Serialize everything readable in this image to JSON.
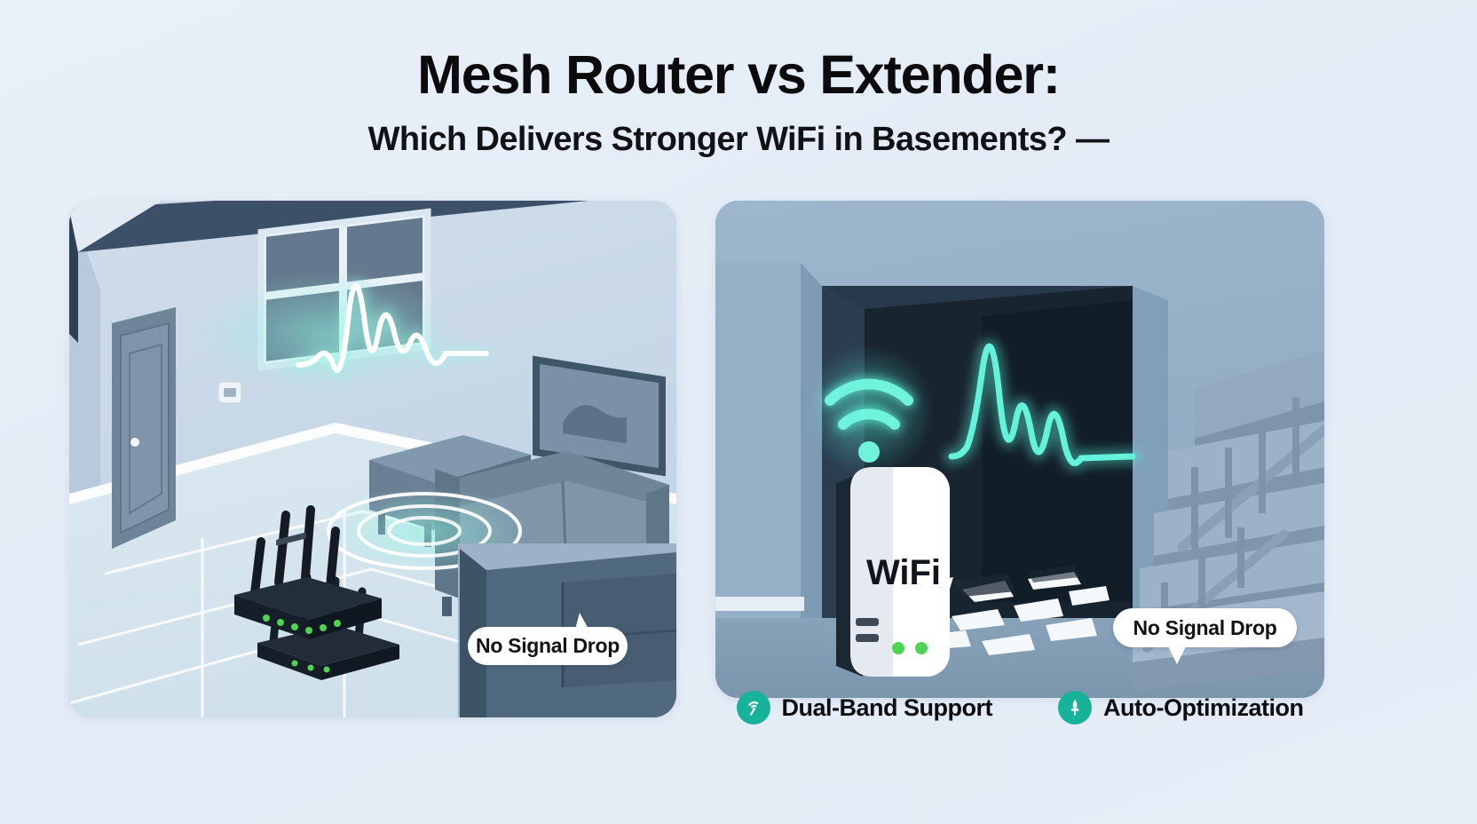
{
  "heading": {
    "title": "Mesh Router vs Extender:",
    "subtitle": "Which Delivers Stronger WiFi in Basements? —"
  },
  "colors": {
    "background": "#e8eef7",
    "title_text": "#0b0b0d",
    "panel_left_bg": "#cfdcea",
    "panel_right_bg": "#8fa9c2",
    "signal_glow": "#7df5e0",
    "accent_teal": "#16b39a",
    "router_body": "#141b24",
    "led_green": "#4dd454",
    "bubble_bg": "#ffffff",
    "bubble_text": "#121317",
    "doorway_dark": "#1e2b3a",
    "furniture": "#6f8699",
    "stairs": "#8fa4ba"
  },
  "panels": {
    "left": {
      "name": "mesh-router-room-illustration",
      "scene": "isometric living room with mesh router",
      "devices": [
        {
          "label": "router-main",
          "antennas": 4,
          "leds": 6
        },
        {
          "label": "router-basement",
          "antennas": 4,
          "leds": 3
        }
      ],
      "bubble": {
        "text": "No Signal Drop"
      },
      "elements": [
        "door",
        "light-switch",
        "window",
        "tv-stand",
        "framed-picture",
        "sofa",
        "tiled-floor",
        "signal-waveform",
        "signal-rings",
        "basement-opening"
      ]
    },
    "right": {
      "name": "extender-basement-illustration",
      "scene": "dark basement doorway with wall plug extender",
      "device": {
        "label": "WiFi",
        "leds": 2,
        "vents": 2
      },
      "bubble": {
        "text": "No Signal Drop"
      },
      "elements": [
        "wifi-arcs-icon",
        "signal-waveform",
        "doorway",
        "staircase",
        "handrail",
        "debris",
        "baseboard"
      ]
    }
  },
  "features": [
    {
      "icon": "signal-broadcast-icon",
      "label": "Dual-Band Support"
    },
    {
      "icon": "auto-tune-stamp-icon",
      "label": "Auto-Optimization"
    }
  ]
}
